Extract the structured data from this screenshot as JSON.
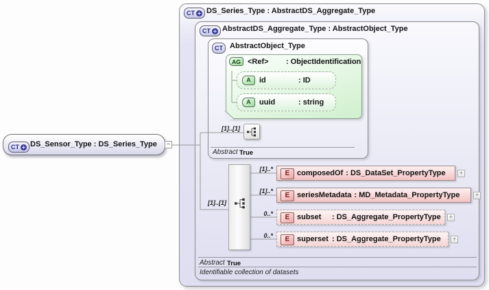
{
  "sensor": {
    "badge": "CT",
    "title": "DS_Sensor_Type : DS_Series_Type"
  },
  "toggle_collapse": "−",
  "series": {
    "badge": "CT",
    "title": "DS_Series_Type : AbstractDS_Aggregate_Type"
  },
  "aggregate": {
    "badge": "CT",
    "title": "AbstractDS_Aggregate_Type : AbstractObject_Type",
    "abstract_label": "Abstract",
    "abstract_value": "True",
    "documentation": "Identifiable collection of datasets"
  },
  "object": {
    "badge": "CT",
    "title": "AbstractObject_Type",
    "sequence_cardinality": "[1]..[1]",
    "abstract_label": "Abstract",
    "abstract_value": "True"
  },
  "attribute_group": {
    "badge": "AG",
    "name": "<Ref>",
    "type": ": ObjectIdentification",
    "attributes": [
      {
        "badge": "A",
        "name": "id",
        "type": ": ID"
      },
      {
        "badge": "A",
        "name": "uuid",
        "type": ": string"
      }
    ]
  },
  "group": {
    "cardinality": "[1]..[1]"
  },
  "elements": [
    {
      "badge": "E",
      "cardinality": "[1]..*",
      "name": "composedOf",
      "type": ": DS_DataSet_PropertyType",
      "expand": "+"
    },
    {
      "badge": "E",
      "cardinality": "[1]..*",
      "name": "seriesMetadata",
      "type": ": MD_Metadata_PropertyType",
      "expand": "+"
    },
    {
      "badge": "E",
      "cardinality": "0..*",
      "name": "subset",
      "type": ": DS_Aggregate_PropertyType",
      "expand": "+"
    },
    {
      "badge": "E",
      "cardinality": "0..*",
      "name": "superset",
      "type": ": DS_Aggregate_PropertyType",
      "expand": "+"
    }
  ],
  "colors": {
    "complex_type_fill": "#e3e3f3",
    "attribute_group_fill": "#cff0cd",
    "element_fill": "#f3c3c3",
    "connector": "#999999"
  }
}
